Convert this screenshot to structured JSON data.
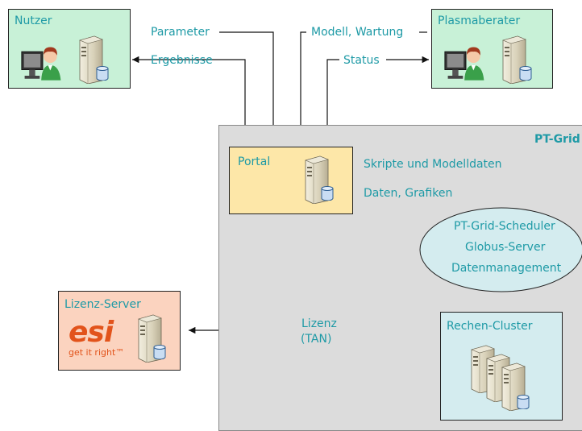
{
  "colors": {
    "label_teal": "#1e9aa6",
    "green_box": "#c8f1d7",
    "portal_yellow": "#fde7a8",
    "grid_gray": "#dcdcdc",
    "scheduler_blue": "#d4ecef",
    "license_salmon": "#fbd3bf",
    "esi_orange": "#e2531b"
  },
  "nodes": {
    "nutzer": {
      "title": "Nutzer",
      "icons": [
        "user-at-computer-icon",
        "server-icon"
      ]
    },
    "plasmaberater": {
      "title": "Plasmaberater",
      "icons": [
        "user-at-computer-icon",
        "server-icon"
      ]
    },
    "pt_grid": {
      "title": "PT-Grid"
    },
    "portal": {
      "title": "Portal",
      "icons": [
        "server-icon"
      ]
    },
    "scheduler": {
      "lines": [
        "PT-Grid-Scheduler",
        "Globus-Server",
        "Datenmanagement"
      ]
    },
    "lizenz_server": {
      "title": "Lizenz-Server",
      "logo_text": "esi",
      "tagline": "get it right™",
      "icons": [
        "esi-logo",
        "server-icon"
      ]
    },
    "rechen_cluster": {
      "title": "Rechen-Cluster",
      "icons": [
        "server-cluster-icon"
      ]
    }
  },
  "edges": {
    "parameter": "Parameter",
    "ergebnisse": "Ergebnisse",
    "modell_wartung": "Modell, Wartung",
    "status": "Status",
    "skripte": "Skripte und Modelldaten",
    "daten_grafiken": "Daten, Grafiken",
    "lizenz_line1": "Lizenz",
    "lizenz_line2": "(TAN)"
  }
}
